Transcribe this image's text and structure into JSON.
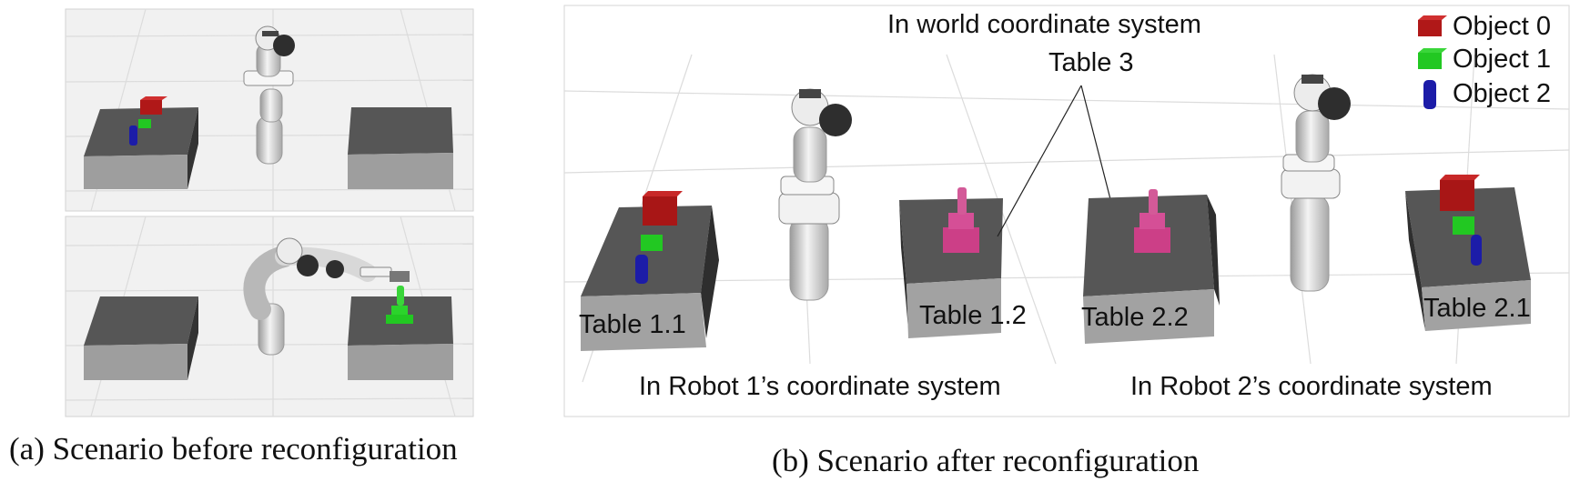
{
  "panel_a": {
    "caption": "(a) Scenario before reconfiguration"
  },
  "panel_b": {
    "caption": "(b) Scenario after reconfiguration",
    "world_label": "In world coordinate system",
    "table3_label": "Table 3",
    "tables": {
      "t11": "Table 1.1",
      "t12": "Table 1.2",
      "t22": "Table 2.2",
      "t21": "Table 2.1"
    },
    "robot1_label": "In Robot 1’s coordinate system",
    "robot2_label": "In Robot 2’s coordinate system"
  },
  "legend": {
    "items": [
      {
        "label": "Object 0",
        "color": "#b01818",
        "icon": "cube"
      },
      {
        "label": "Object 1",
        "color": "#22c822",
        "icon": "cube"
      },
      {
        "label": "Object 2",
        "color": "#1c1ca8",
        "icon": "cylinder"
      }
    ]
  }
}
